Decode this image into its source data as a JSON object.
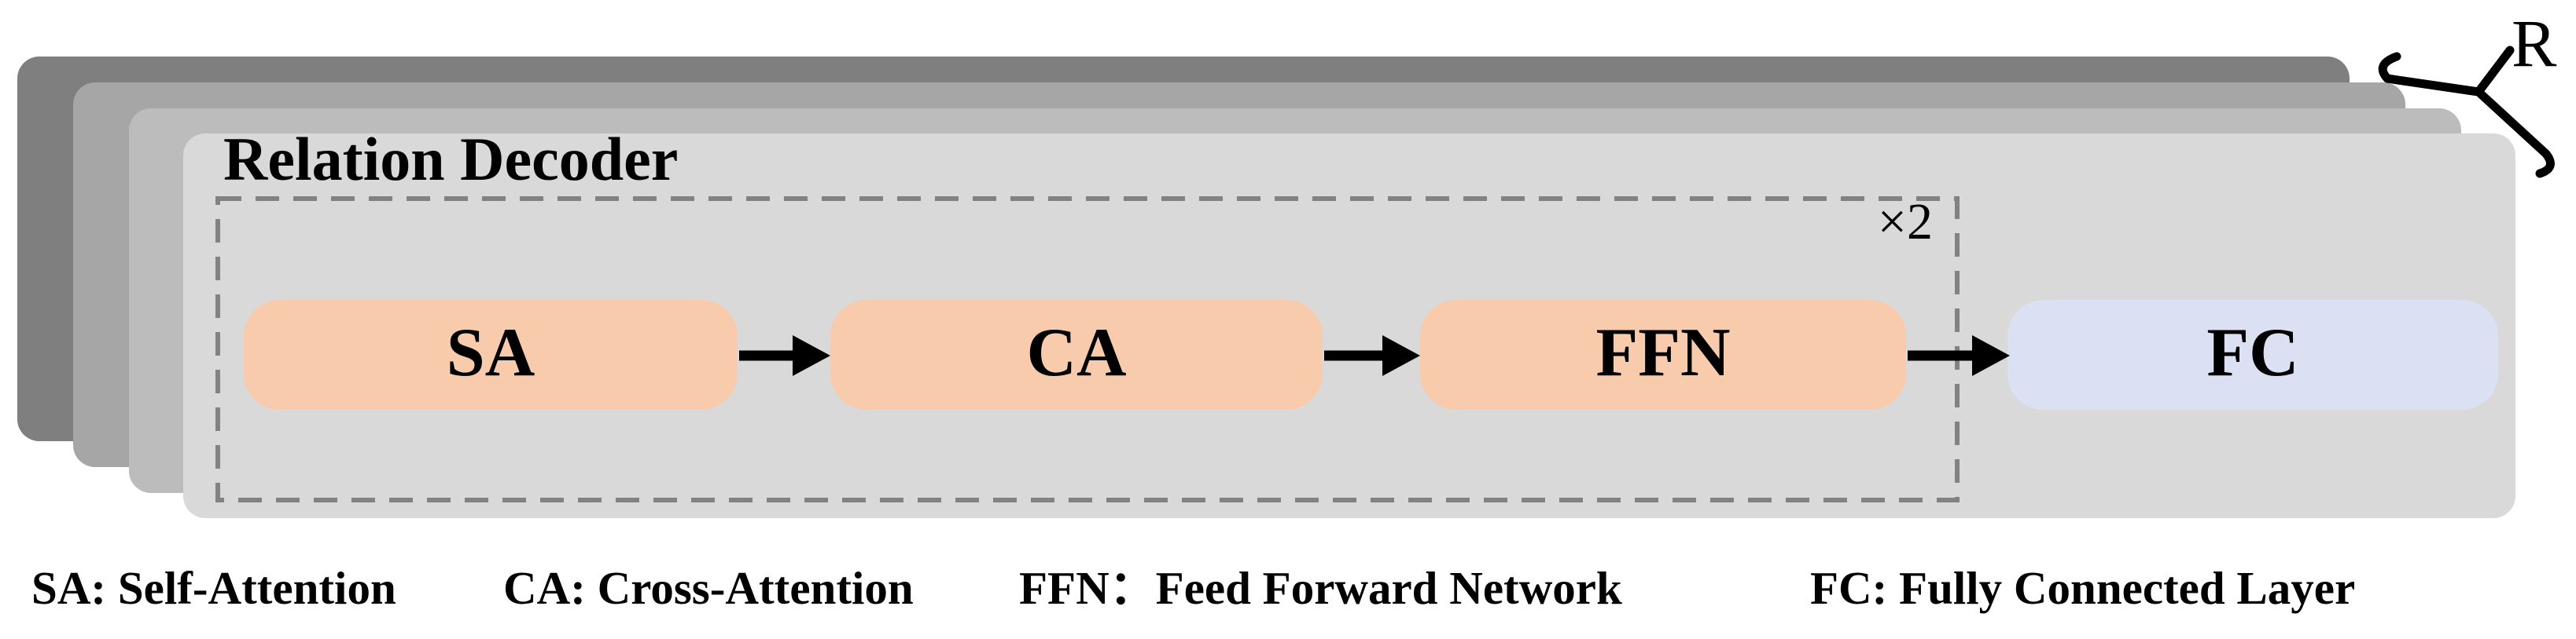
{
  "figure": {
    "title": "Relation Decoder",
    "stack_repeat_label": "R",
    "inner_repeat_label": "×2",
    "blocks": [
      {
        "abbr": "SA",
        "color": "#f8cbad"
      },
      {
        "abbr": "CA",
        "color": "#f8cbad"
      },
      {
        "abbr": "FFN",
        "color": "#f8cbad"
      },
      {
        "abbr": "FC",
        "color": "#dbe1f2"
      }
    ],
    "colors": {
      "attention_block": "#f8cbad",
      "fc_block": "#dbe1f2",
      "panel_layers": [
        "#7f7f7f",
        "#a6a6a6",
        "#bcbcbc",
        "#d9d9d9"
      ],
      "dashed_border": "#828282",
      "arrow": "#000000"
    }
  },
  "legend": {
    "items": [
      {
        "text": "SA: Self-Attention"
      },
      {
        "text": "CA: Cross-Attention"
      },
      {
        "text": "FFN：Feed Forward Network"
      },
      {
        "text": "FC: Fully Connected Layer"
      }
    ]
  }
}
